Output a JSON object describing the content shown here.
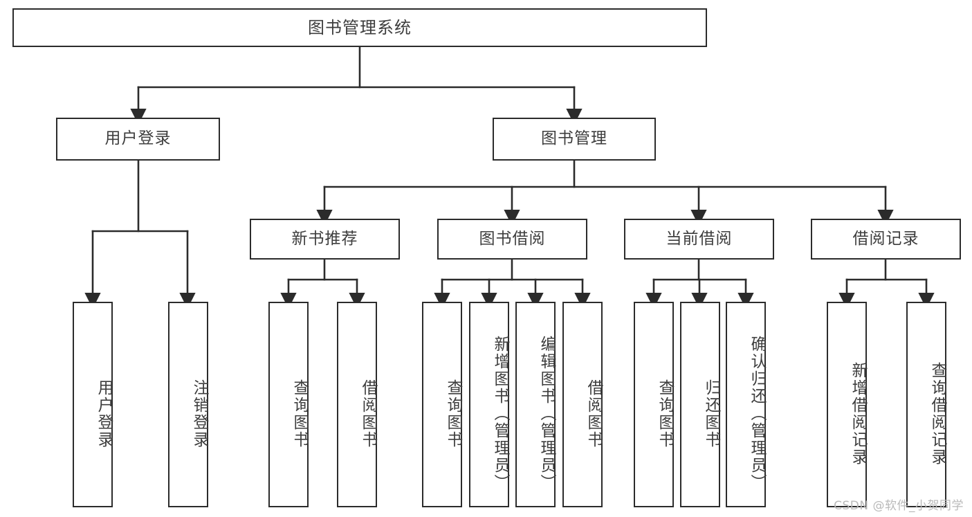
{
  "diagram": {
    "type": "tree",
    "title": "图书管理系统",
    "stroke_color": "#2b2b2b",
    "text_color": "#3d3d3d",
    "background": "#ffffff",
    "watermark": "CSDN @软件_小贺同学"
  },
  "nodes": {
    "root": {
      "label": "图书管理系统"
    },
    "level2": [
      {
        "label": "用户登录"
      },
      {
        "label": "图书管理"
      }
    ],
    "level3": [
      {
        "label": "新书推荐"
      },
      {
        "label": "图书借阅"
      },
      {
        "label": "当前借阅"
      },
      {
        "label": "借阅记录"
      }
    ],
    "leaves": {
      "user_login": [
        {
          "label": "用户登录"
        },
        {
          "label": "注销登录"
        }
      ],
      "new_book": [
        {
          "label": "查询图书"
        },
        {
          "label": "借阅图书"
        }
      ],
      "book_borrow": [
        {
          "label": "查询图书"
        },
        {
          "label": "新增图书（管理员）"
        },
        {
          "label": "编辑图书（管理员）"
        },
        {
          "label": "借阅图书"
        }
      ],
      "current_borrow": [
        {
          "label": "查询图书"
        },
        {
          "label": "归还图书"
        },
        {
          "label": "确认归还（管理员）"
        }
      ],
      "borrow_record": [
        {
          "label": "新增借阅记录"
        },
        {
          "label": "查询借阅记录"
        }
      ]
    }
  }
}
